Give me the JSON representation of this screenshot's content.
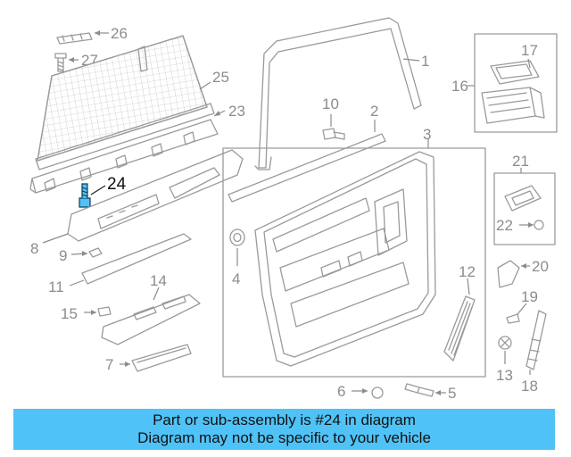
{
  "diagram": {
    "highlight_color": "#4fc3f7",
    "highlighted_part": "24",
    "callouts": {
      "c1": "1",
      "c2": "2",
      "c3": "3",
      "c4": "4",
      "c5": "5",
      "c6": "6",
      "c7": "7",
      "c8": "8",
      "c9": "9",
      "c10": "10",
      "c11": "11",
      "c12": "12",
      "c13": "13",
      "c14": "14",
      "c15": "15",
      "c16": "16",
      "c17": "17",
      "c18": "18",
      "c19": "19",
      "c20": "20",
      "c21": "21",
      "c22": "22",
      "c23": "23",
      "c24": "24",
      "c25": "25",
      "c26": "26",
      "c27": "27"
    }
  },
  "footer": {
    "line1": "Part or sub-assembly is #24 in diagram",
    "line2": "Diagram may not be specific to your vehicle"
  }
}
